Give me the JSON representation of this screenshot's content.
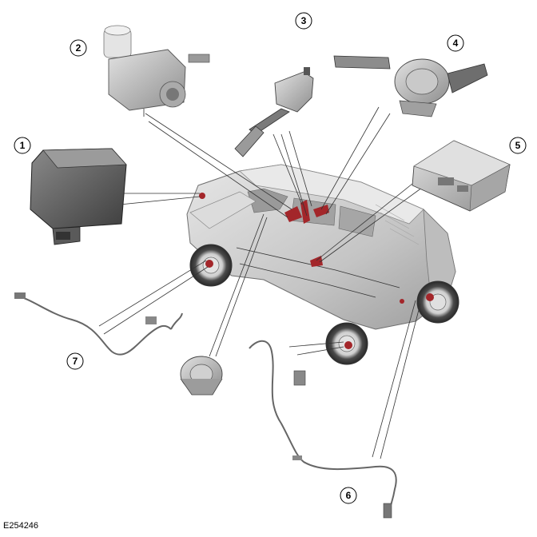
{
  "figure_code": "E254246",
  "callouts": [
    {
      "id": "callout-1",
      "label": "1"
    },
    {
      "id": "callout-2",
      "label": "2"
    },
    {
      "id": "callout-3",
      "label": "3"
    },
    {
      "id": "callout-4",
      "label": "4"
    },
    {
      "id": "callout-5",
      "label": "5"
    },
    {
      "id": "callout-6",
      "label": "6"
    },
    {
      "id": "callout-7",
      "label": "7"
    }
  ],
  "colors": {
    "highlight": "#a3262a",
    "component_grey": "#b9b9b9",
    "vehicle_grey": "#cfcfcf",
    "line": "#333333"
  }
}
